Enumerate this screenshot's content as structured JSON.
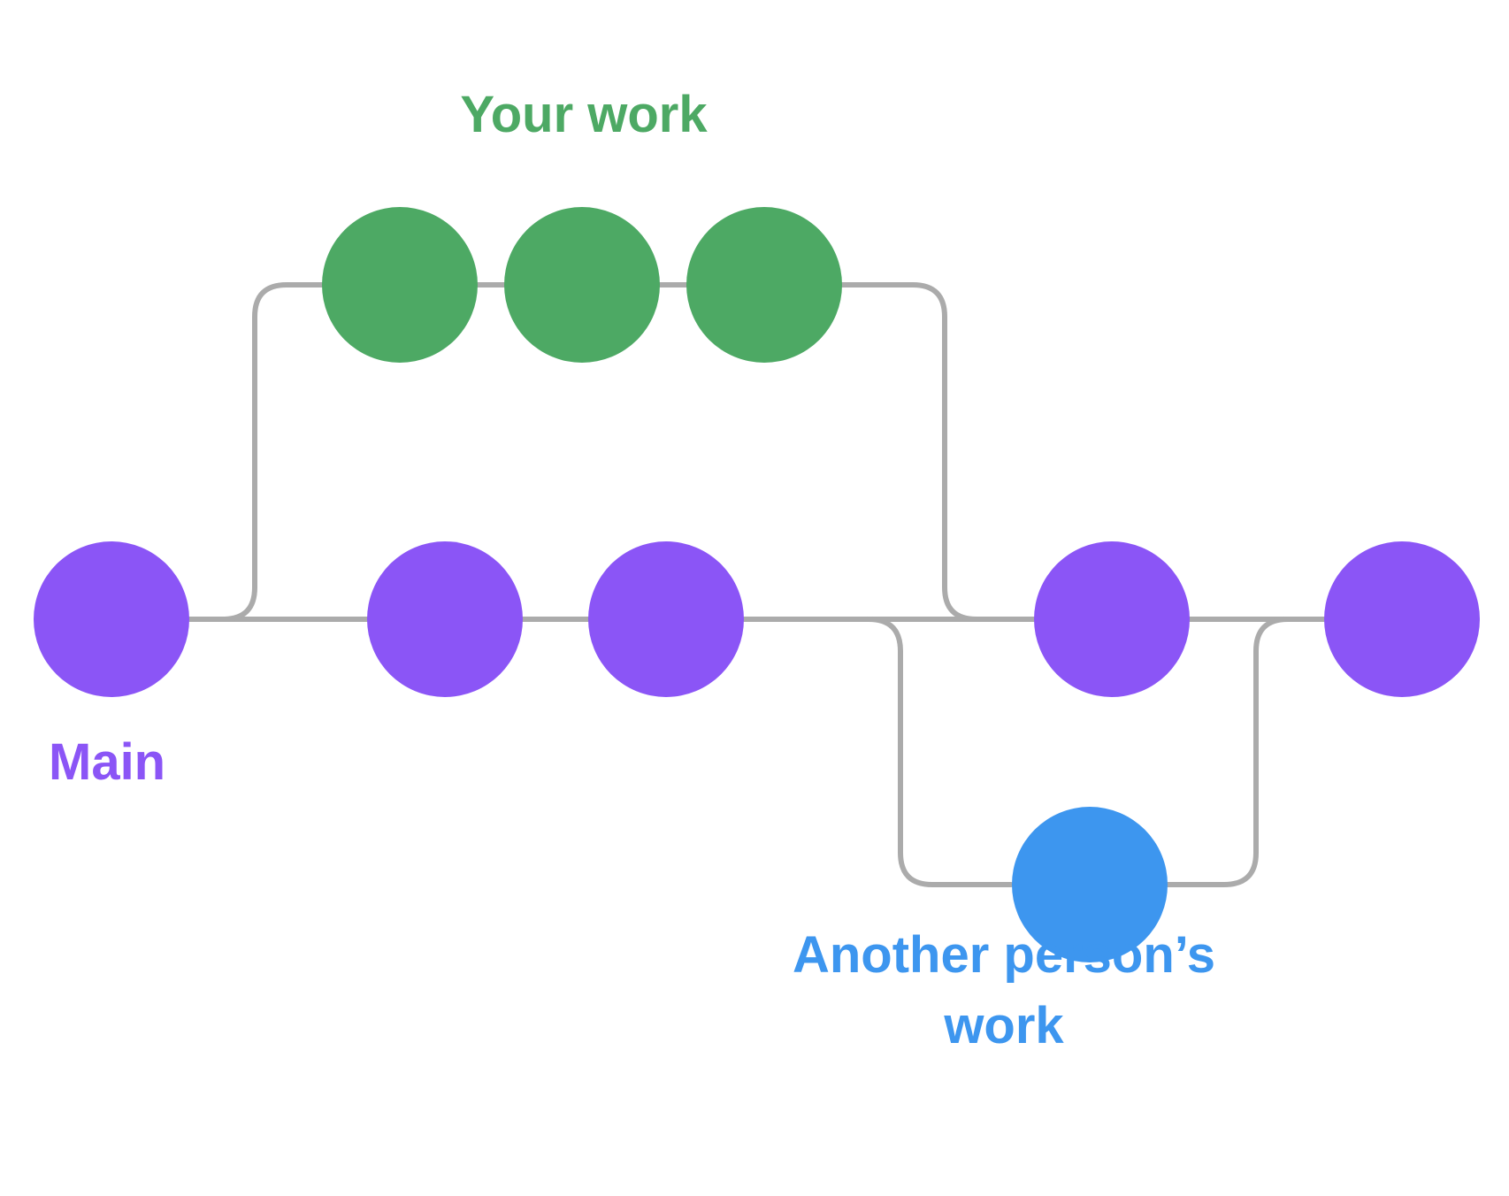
{
  "diagram": {
    "type": "git-branching-illustration",
    "labels": {
      "main": "Main",
      "your_work": "Your work",
      "another_person": "Another person’s work"
    },
    "colors": {
      "main_branch": "#8B55F6",
      "your_work_branch": "#4DA964",
      "another_person_branch": "#3D96EF",
      "connector": "#ABABAB",
      "background": "#FFFFFF"
    },
    "branches": [
      {
        "name": "Main",
        "commit_count": 5
      },
      {
        "name": "Your work",
        "commit_count": 3,
        "forks_from": "Main",
        "merges_into": "Main"
      },
      {
        "name": "Another person’s work",
        "commit_count": 1,
        "forks_from": "Main",
        "merges_into": "Main"
      }
    ]
  }
}
